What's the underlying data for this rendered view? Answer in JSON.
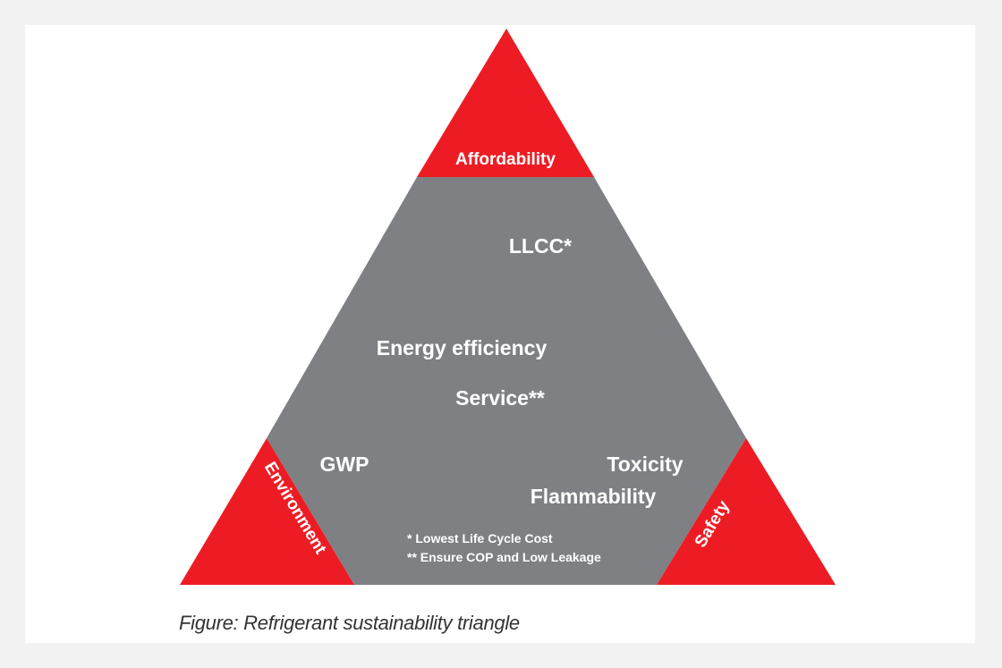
{
  "colors": {
    "corner_red": "#ed1c24",
    "center_gray": "#7f8083",
    "text_white": "#ffffff",
    "caption_text": "#333333"
  },
  "corners": {
    "top": "Affordability",
    "left": "Environment",
    "right": "Safety"
  },
  "center": {
    "llcc": "LLCC*",
    "energy": "Energy efficiency",
    "service": "Service**",
    "gwp": "GWP",
    "toxicity": "Toxicity",
    "flammability": "Flammability"
  },
  "notes": {
    "note1": "* Lowest Life Cycle Cost",
    "note2": "** Ensure COP and Low Leakage"
  },
  "caption": "Figure: Refrigerant sustainability triangle"
}
